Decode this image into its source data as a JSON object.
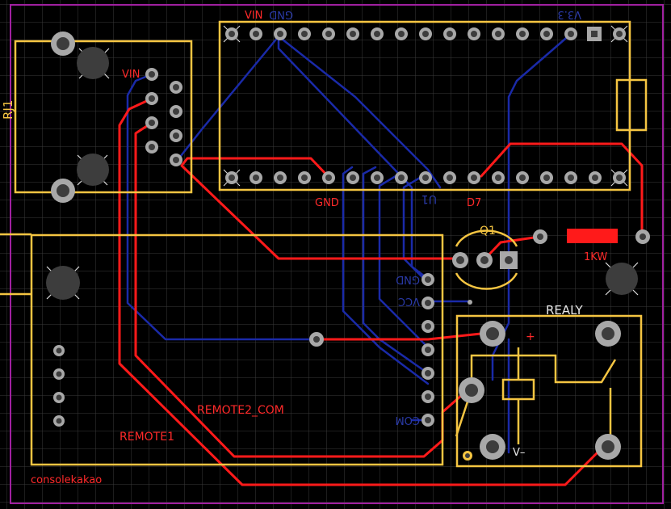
{
  "colors": {
    "background": "#000000",
    "grid": "#3a3a3a",
    "outline": "#a020a0",
    "silk": "#f5c542",
    "top_copper": "#ff1a1a",
    "bottom_copper": "#1a2aa8",
    "pad": "#a8a8a8",
    "hole": "#3d3d3d",
    "silk_text_white": "#e8e8e8",
    "red_text": "#ff2a2a",
    "blue_text": "#2a3aa8"
  },
  "labels": {
    "rj1": "RJ1",
    "vin_rj": "VIN",
    "vin_top": "VIN",
    "gnd_top": "GND",
    "v3": "V3.3",
    "gnd_bottom": "GND",
    "u1": "U1",
    "d7": "D7",
    "q1": "Q1",
    "resistor": "1KW",
    "relay": "REALY",
    "relay_plus": "+",
    "relay_minus": "V–",
    "gnd_right": "GND",
    "vcc_right": "VCC",
    "com_right": "COM",
    "remote2": "REMOTE2_COM",
    "remote1": "REMOTE1",
    "credit": "consolekakao"
  },
  "icons": {
    "mounting_hole": "mounting-hole-icon",
    "via": "via-icon"
  }
}
